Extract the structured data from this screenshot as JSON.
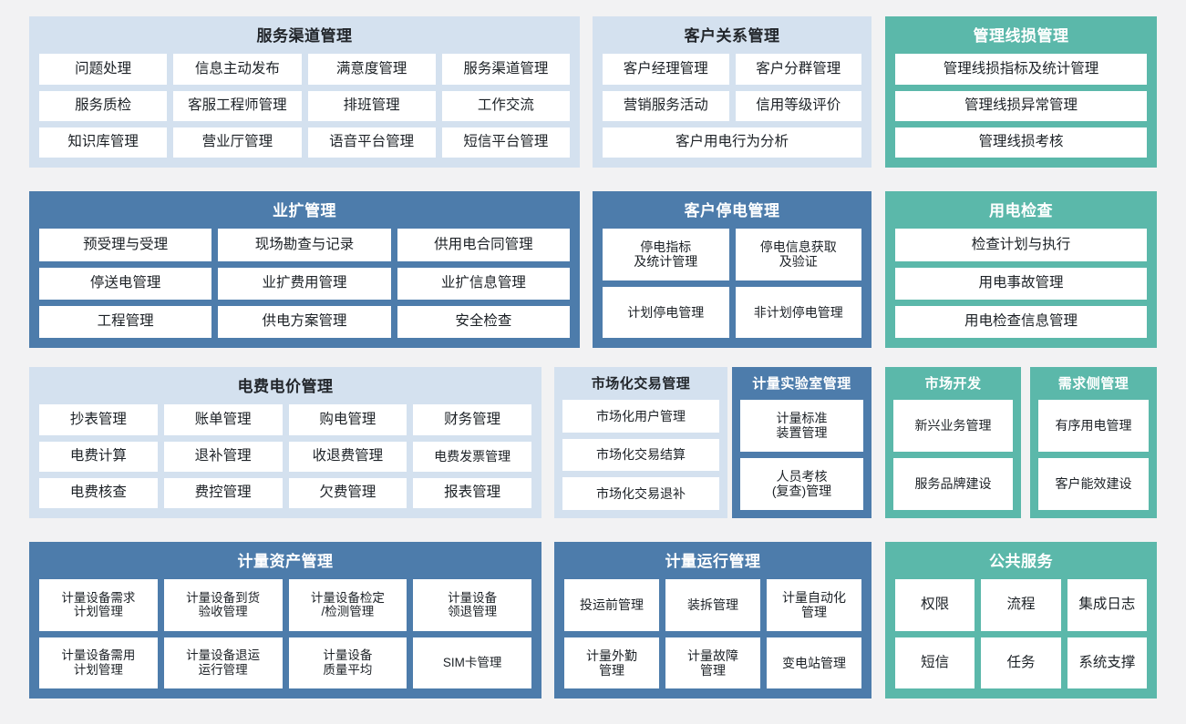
{
  "colors": {
    "background": "#f2f2f3",
    "panel_light": "#d4e1ef",
    "panel_blue": "#4d7cab",
    "panel_teal": "#5bb8aa",
    "tile": "#ffffff",
    "text_dark": "#1c2126",
    "text_light": "#ffffff"
  },
  "panels": {
    "service_channel": {
      "title": "服务渠道管理",
      "tiles": [
        "问题处理",
        "信息主动发布",
        "满意度管理",
        "服务渠道管理",
        "服务质检",
        "客服工程师管理",
        "排班管理",
        "工作交流",
        "知识库管理",
        "营业厅管理",
        "语音平台管理",
        "短信平台管理"
      ]
    },
    "customer_relation": {
      "title": "客户关系管理",
      "tiles": [
        "客户经理管理",
        "客户分群管理",
        "营销服务活动",
        "信用等级评价"
      ],
      "wide_tile": "客户用电行为分析"
    },
    "line_loss": {
      "title": "管理线损管理",
      "tiles": [
        "管理线损指标及统计管理",
        "管理线损异常管理",
        "管理线损考核"
      ]
    },
    "expansion": {
      "title": "业扩管理",
      "tiles": [
        "预受理与受理",
        "现场勘查与记录",
        "供用电合同管理",
        "停送电管理",
        "业扩费用管理",
        "业扩信息管理",
        "工程管理",
        "供电方案管理",
        "安全检查"
      ]
    },
    "outage": {
      "title": "客户停电管理",
      "tiles": [
        "停电指标\n及统计管理",
        "停电信息获取\n及验证",
        "计划停电管理",
        "非计划停电管理"
      ]
    },
    "power_inspection": {
      "title": "用电检查",
      "tiles": [
        "检查计划与执行",
        "用电事故管理",
        "用电检查信息管理"
      ]
    },
    "tariff": {
      "title": "电费电价管理",
      "tiles": [
        "抄表管理",
        "账单管理",
        "购电管理",
        "财务管理",
        "电费计算",
        "退补管理",
        "收退费管理",
        "电费发票管理",
        "电费核查",
        "费控管理",
        "欠费管理",
        "报表管理"
      ]
    },
    "market_trade": {
      "title": "市场化交易管理",
      "tiles": [
        "市场化用户管理",
        "市场化交易结算",
        "市场化交易退补"
      ]
    },
    "metering_lab": {
      "title": "计量实验室管理",
      "tiles": [
        "计量标准\n装置管理",
        "人员考核\n(复查)管理"
      ]
    },
    "market_dev": {
      "title": "市场开发",
      "tiles": [
        "新兴业务管理",
        "服务品牌建设"
      ]
    },
    "demand_side": {
      "title": "需求侧管理",
      "tiles": [
        "有序用电管理",
        "客户能效建设"
      ]
    },
    "metering_asset": {
      "title": "计量资产管理",
      "tiles": [
        "计量设备需求\n计划管理",
        "计量设备到货\n验收管理",
        "计量设备检定\n/检测管理",
        "计量设备\n领退管理",
        "计量设备需用\n计划管理",
        "计量设备退运\n运行管理",
        "计量设备\n质量平均",
        "SIM卡管理"
      ]
    },
    "metering_operation": {
      "title": "计量运行管理",
      "tiles": [
        "投运前管理",
        "装拆管理",
        "计量自动化\n管理",
        "计量外勤\n管理",
        "计量故障\n管理",
        "变电站管理"
      ]
    },
    "public_service": {
      "title": "公共服务",
      "tiles": [
        "权限",
        "流程",
        "集成日志",
        "短信",
        "任务",
        "系统支撑"
      ]
    }
  }
}
